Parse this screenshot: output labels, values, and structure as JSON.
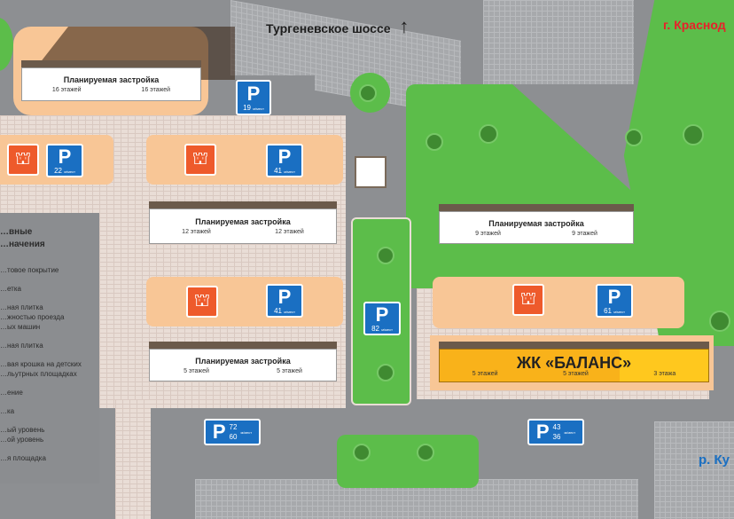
{
  "road_label": "Тургеневское шоссе",
  "road_arrow": "↑",
  "city_label": "г. Краснод",
  "river_label": "р. Ку",
  "buildings": [
    {
      "title": "Планируемая застройка",
      "floors": [
        "16 этажей",
        "16 этажей"
      ]
    },
    {
      "title": "Планируемая застройка",
      "floors": [
        "12 этажей",
        "12 этажей"
      ]
    },
    {
      "title": "Планируемая застройка",
      "floors": [
        "5 этажей",
        "5 этажей"
      ]
    },
    {
      "title": "Планируемая застройка",
      "floors": [
        "9 этажей",
        "9 этажей"
      ]
    }
  ],
  "complex": {
    "title": "ЖК «БАЛАНС»",
    "floors": [
      "5 этажей",
      "5 этажей",
      "3 этажа"
    ]
  },
  "parking": [
    {
      "label": "P",
      "count": "19",
      "unit": "м/мест"
    },
    {
      "label": "P",
      "count": "22",
      "unit": "м/мест"
    },
    {
      "label": "P",
      "count": "41",
      "unit": "м/мест"
    },
    {
      "label": "P",
      "count": "41",
      "unit": "м/мест"
    },
    {
      "label": "P",
      "count": "82",
      "unit": "м/мест"
    },
    {
      "label": "P",
      "count": "61",
      "unit": "м/мест"
    },
    {
      "label": "P",
      "count1": "72",
      "count2": "60",
      "unit": "м/мест"
    },
    {
      "label": "P",
      "count1": "43",
      "count2": "36",
      "unit": "м/мест"
    }
  ],
  "legend": {
    "title": "…вные\n…начения",
    "items": [
      "…товое покрытие",
      "…етка",
      "…ная плитка\n…жностью проезда\n…ых машин",
      "…ная плитка",
      "…вая крошка на детских\n…льутрных площадках",
      "…ение",
      "…ка",
      "…ый уровень\n…ой уровень",
      "…я площадка"
    ]
  },
  "colors": {
    "grass": "#5cbd4a",
    "peach": "#f8c696",
    "parking": "#1a6fc2",
    "playground": "#ee5a2b",
    "complex": "#ffc21f",
    "road": "#8d8f92"
  }
}
